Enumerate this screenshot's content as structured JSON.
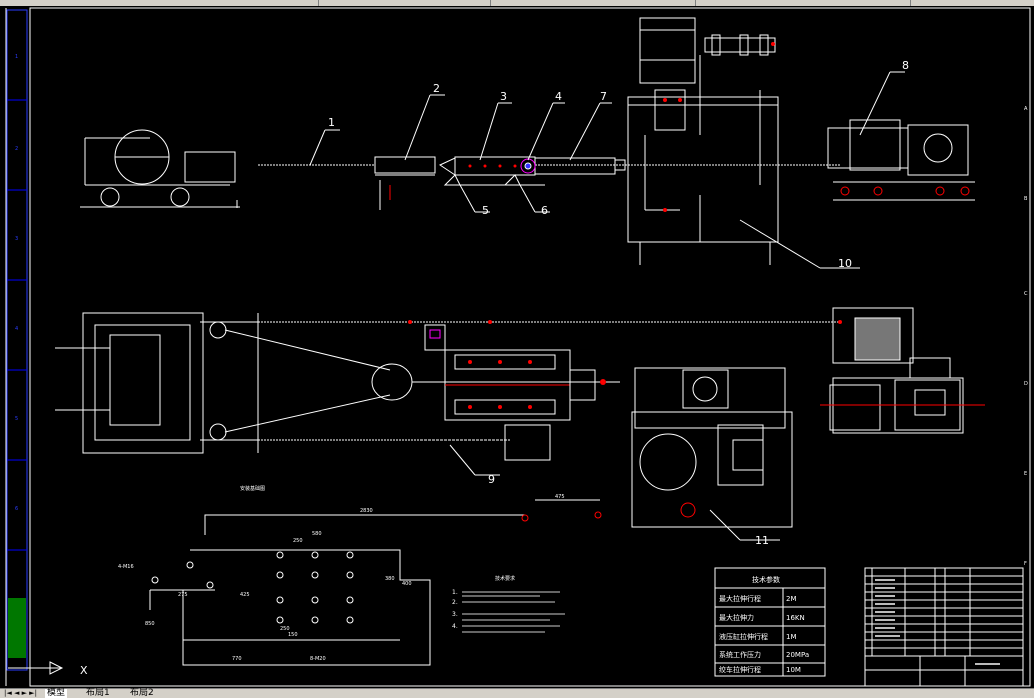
{
  "app": {
    "name": "CAD drawing viewer"
  },
  "callouts": [
    {
      "id": "1",
      "text": "1"
    },
    {
      "id": "2",
      "text": "2"
    },
    {
      "id": "3",
      "text": "3"
    },
    {
      "id": "4",
      "text": "4"
    },
    {
      "id": "5",
      "text": "5"
    },
    {
      "id": "6",
      "text": "6"
    },
    {
      "id": "7",
      "text": "7"
    },
    {
      "id": "8",
      "text": "8"
    },
    {
      "id": "9",
      "text": "9"
    },
    {
      "id": "10",
      "text": "10"
    },
    {
      "id": "11",
      "text": "11"
    }
  ],
  "foundation": {
    "title": "安装基础图",
    "dims": [
      "2830",
      "475",
      "580",
      "250",
      "4-M16",
      "275",
      "425",
      "380",
      "850",
      "770",
      "250",
      "150",
      "8-M20",
      "400"
    ]
  },
  "notes": {
    "heading": "技术要求",
    "lines": [
      "1.",
      "2.",
      "3.",
      "4."
    ]
  },
  "params": {
    "heading": "技术参数",
    "rows": [
      {
        "name": "最大拉伸行程",
        "value": "2M"
      },
      {
        "name": "最大拉伸力",
        "value": "16KN"
      },
      {
        "name": "液压缸拉伸行程",
        "value": "1M"
      },
      {
        "name": "系统工作压力",
        "value": "20MPa"
      },
      {
        "name": "绞车拉伸行程",
        "value": "10M"
      }
    ]
  },
  "left_ruler": {
    "marks": [
      "1",
      "2",
      "3",
      "4",
      "5",
      "6"
    ]
  },
  "right_ruler": {
    "marks": [
      "A",
      "B",
      "C",
      "D",
      "E",
      "F"
    ]
  },
  "ucs": {
    "x_label": "X"
  },
  "tabs": {
    "items": [
      {
        "label": "模型"
      },
      {
        "label": "布局1"
      },
      {
        "label": "布局2"
      }
    ],
    "nav": "|◄ ◄ ► ►|"
  },
  "colors": {
    "background": "#000000",
    "lines": "#ffffff",
    "accent_red": "#ff0000",
    "accent_magenta": "#ff00ff",
    "accent_green": "#00ff00",
    "accent_blue": "#0000ff"
  }
}
